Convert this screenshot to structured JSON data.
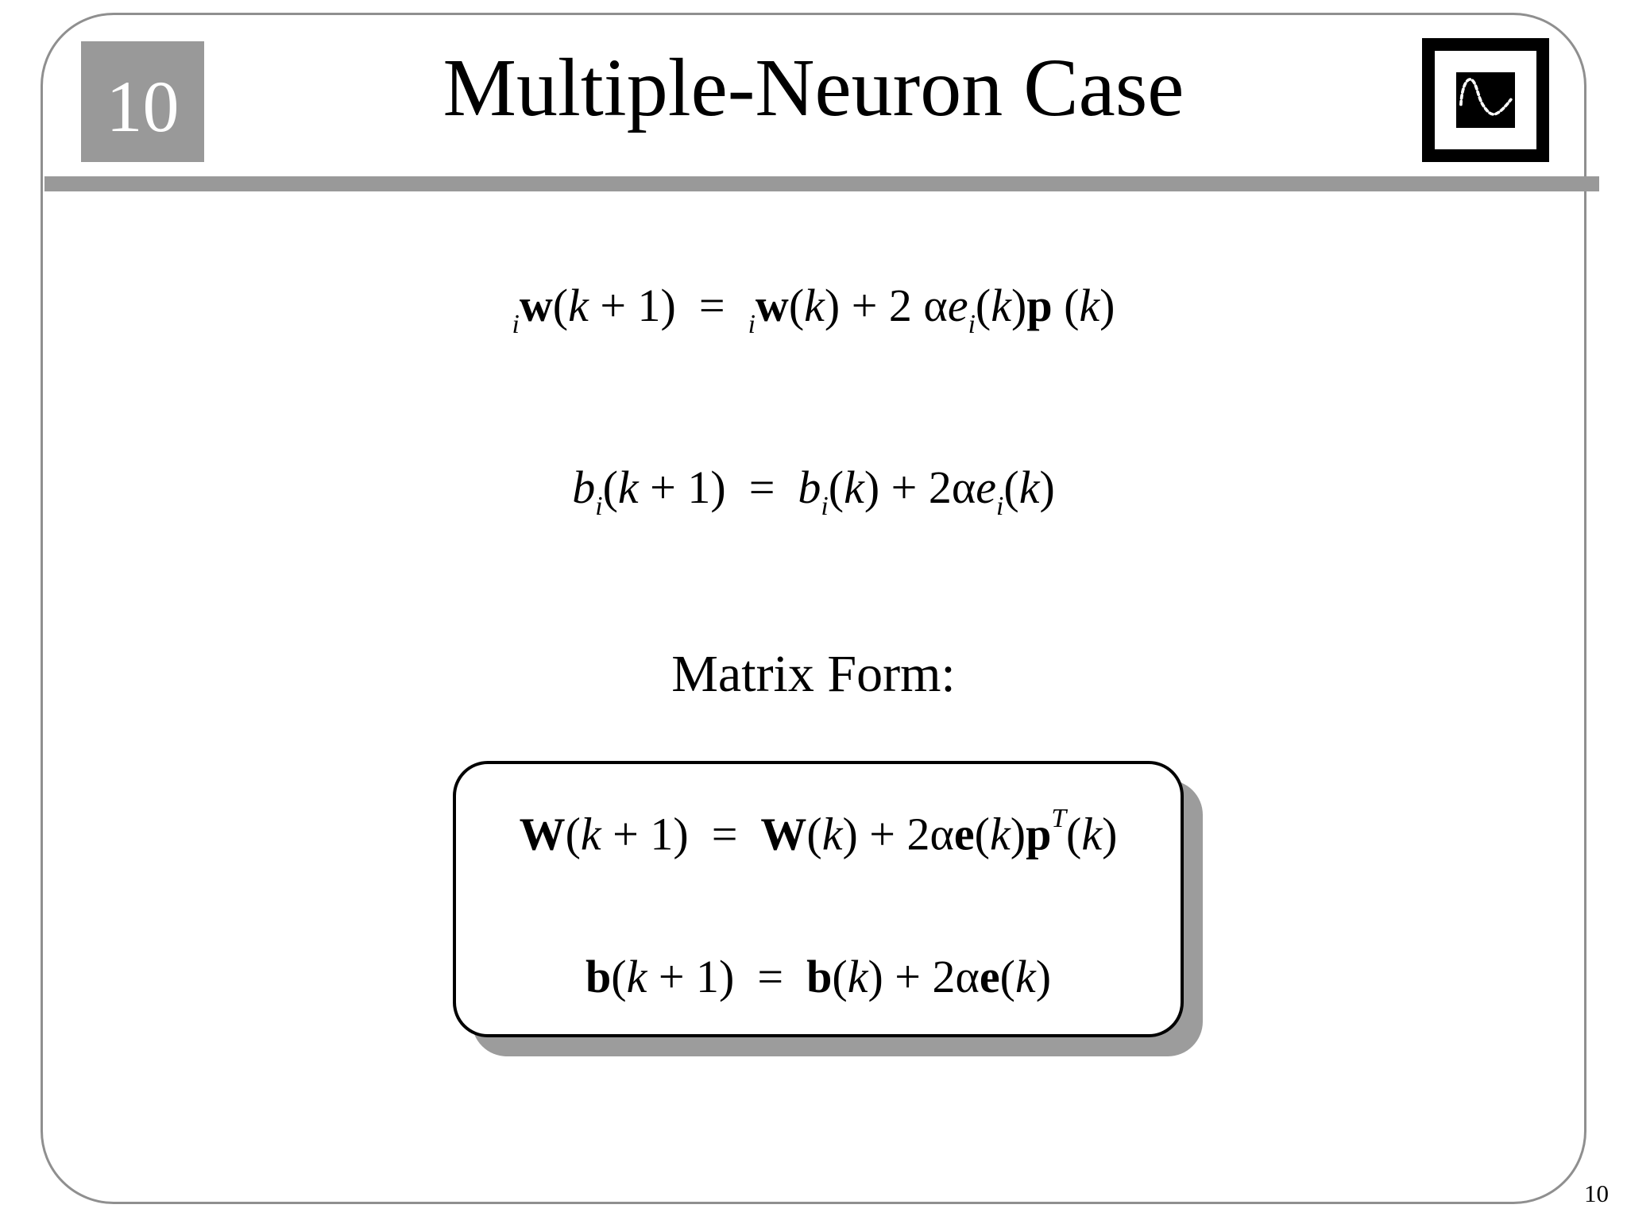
{
  "slide": {
    "chapter_number": "10",
    "title": "Multiple-Neuron Case",
    "matrix_form_label": "Matrix Form:",
    "page_number": "10"
  },
  "icons": {
    "logo": "sine-wave-logo"
  },
  "colors": {
    "frame_gray": "#8f8f8f",
    "accent_gray": "#999999",
    "shadow_gray": "#9c9c9c",
    "text_black": "#000000",
    "chapter_text": "#ffffff",
    "logo_black": "#000000"
  },
  "equations": {
    "weight_update": [
      {
        "t": "i",
        "s": "presub"
      },
      {
        "t": "w",
        "s": "bold"
      },
      {
        "t": "(",
        "s": "norm"
      },
      {
        "t": "k",
        "s": "ital"
      },
      {
        "t": " + 1",
        "s": "norm"
      },
      {
        "t": ")",
        "s": "norm"
      },
      {
        "t": "  =  ",
        "s": "norm"
      },
      {
        "t": "i",
        "s": "presub"
      },
      {
        "t": "w",
        "s": "bold"
      },
      {
        "t": "(",
        "s": "norm"
      },
      {
        "t": "k",
        "s": "ital"
      },
      {
        "t": ") + 2 ",
        "s": "norm"
      },
      {
        "t": "α",
        "s": "alpha"
      },
      {
        "t": "e",
        "s": "ital"
      },
      {
        "t": "i",
        "s": "sub"
      },
      {
        "t": "(",
        "s": "norm"
      },
      {
        "t": "k",
        "s": "ital"
      },
      {
        "t": ")",
        "s": "norm"
      },
      {
        "t": "p",
        "s": "bold"
      },
      {
        "t": " (",
        "s": "norm"
      },
      {
        "t": "k",
        "s": "ital"
      },
      {
        "t": ")",
        "s": "norm"
      }
    ],
    "bias_update": [
      {
        "t": "b",
        "s": "ital"
      },
      {
        "t": "i",
        "s": "sub"
      },
      {
        "t": "(",
        "s": "norm"
      },
      {
        "t": "k",
        "s": "ital"
      },
      {
        "t": " + 1",
        "s": "norm"
      },
      {
        "t": ")",
        "s": "norm"
      },
      {
        "t": "  =  ",
        "s": "norm"
      },
      {
        "t": "b",
        "s": "ital"
      },
      {
        "t": "i",
        "s": "sub"
      },
      {
        "t": "(",
        "s": "norm"
      },
      {
        "t": "k",
        "s": "ital"
      },
      {
        "t": ") + 2",
        "s": "norm"
      },
      {
        "t": "α",
        "s": "alpha"
      },
      {
        "t": "e",
        "s": "ital"
      },
      {
        "t": "i",
        "s": "sub"
      },
      {
        "t": "(",
        "s": "norm"
      },
      {
        "t": "k",
        "s": "ital"
      },
      {
        "t": ")",
        "s": "norm"
      }
    ],
    "matrix_weight_update": [
      {
        "t": "W",
        "s": "bold"
      },
      {
        "t": "(",
        "s": "norm"
      },
      {
        "t": "k",
        "s": "ital"
      },
      {
        "t": " + 1",
        "s": "norm"
      },
      {
        "t": ")",
        "s": "norm"
      },
      {
        "t": "  =  ",
        "s": "norm"
      },
      {
        "t": "W",
        "s": "bold"
      },
      {
        "t": "(",
        "s": "norm"
      },
      {
        "t": "k",
        "s": "ital"
      },
      {
        "t": ") + 2",
        "s": "norm"
      },
      {
        "t": "α",
        "s": "alpha"
      },
      {
        "t": "e",
        "s": "bold"
      },
      {
        "t": "(",
        "s": "norm"
      },
      {
        "t": "k",
        "s": "ital"
      },
      {
        "t": ")",
        "s": "norm"
      },
      {
        "t": "p",
        "s": "bold"
      },
      {
        "t": "T",
        "s": "sup"
      },
      {
        "t": "(",
        "s": "norm"
      },
      {
        "t": "k",
        "s": "ital"
      },
      {
        "t": ")",
        "s": "norm"
      }
    ],
    "matrix_bias_update": [
      {
        "t": "b",
        "s": "bold"
      },
      {
        "t": "(",
        "s": "norm"
      },
      {
        "t": "k",
        "s": "ital"
      },
      {
        "t": " + 1",
        "s": "norm"
      },
      {
        "t": ")",
        "s": "norm"
      },
      {
        "t": "  =  ",
        "s": "norm"
      },
      {
        "t": "b",
        "s": "bold"
      },
      {
        "t": "(",
        "s": "norm"
      },
      {
        "t": "k",
        "s": "ital"
      },
      {
        "t": ") + 2",
        "s": "norm"
      },
      {
        "t": "α",
        "s": "alpha"
      },
      {
        "t": "e",
        "s": "bold"
      },
      {
        "t": "(",
        "s": "norm"
      },
      {
        "t": "k",
        "s": "ital"
      },
      {
        "t": ")",
        "s": "norm"
      }
    ]
  }
}
